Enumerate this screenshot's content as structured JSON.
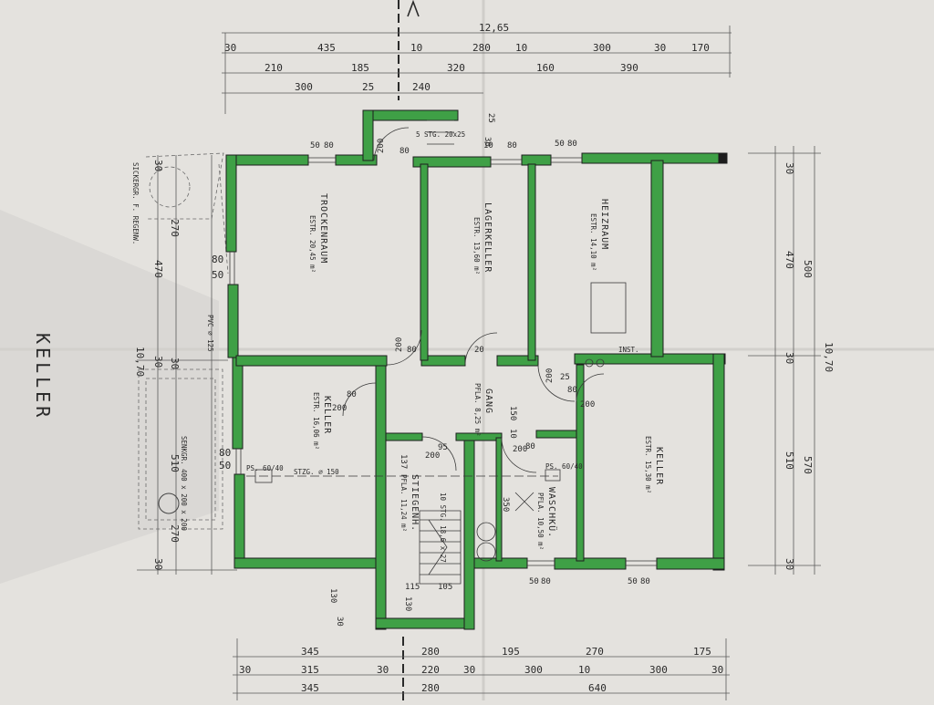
{
  "plan": {
    "title": "KELLER",
    "colors": {
      "paper": "#e4e2de",
      "wall": "#3fa046",
      "wall_edge": "#1d1d1d",
      "ink": "#2a2a2a",
      "thin": "#5a5a5a"
    },
    "rooms": {
      "trockenraum": {
        "name": "TROCKENRAUM",
        "area": "ESTR. 20,45 m²"
      },
      "lagerkeller": {
        "name": "LAGERKELLER",
        "area": "ESTR. 13,60 m²"
      },
      "heizraum": {
        "name": "HEIZRAUM",
        "area": "ESTR. 14,10 m²"
      },
      "keller_left": {
        "name": "KELLER",
        "area": "ESTR. 16,06 m²"
      },
      "gang": {
        "name": "GANG",
        "area": "PFLA. 8,25 m²"
      },
      "keller_right": {
        "name": "KELLER",
        "area": "ESTR. 15,30 m²"
      },
      "stiegenh": {
        "name": "STIEGENH.",
        "area": "PFLA. 11,24 m²"
      },
      "waschk": {
        "name": "WASCHKÜ.",
        "area": "PFLA. 10,50 m²"
      }
    },
    "notes": {
      "stairs_top": "5 STG. 20x25",
      "stairs_inner": "10 STG. 18,6 x 27",
      "pvc": "PVC ⌀ 125",
      "ps_left": "PS. 60/40",
      "ps_right": "PS. 60/40",
      "stzg": "STZG. ⌀ 150",
      "inst": "INST.",
      "sickergr": "SICKERGR. F. REGENW.",
      "senkgr": "SENKGR. 400 x 200 x 200",
      "north": "N"
    },
    "top_dims": {
      "row1": [
        "12,65"
      ],
      "row2": [
        "30",
        "435",
        "10",
        "280",
        "10",
        "300",
        "30",
        "170"
      ],
      "row3": [
        "210",
        "185",
        "320",
        "160",
        "390"
      ],
      "row4": [
        "300",
        "25",
        "240"
      ]
    },
    "bottom_dims": {
      "row1": [
        "345",
        "280",
        "195",
        "270",
        "175"
      ],
      "row2": [
        "30",
        "315",
        "30",
        "220",
        "30",
        "300",
        "10",
        "300",
        "30"
      ],
      "row3": [
        "345",
        "280",
        "640"
      ]
    },
    "right_dims": {
      "a": [
        "30",
        "470",
        "30",
        "510",
        "30"
      ],
      "b": [
        "500",
        "570"
      ],
      "c": [
        "10,70"
      ]
    },
    "left_dims": {
      "a": [
        "30",
        "270",
        "470",
        "10,70",
        "30",
        "30",
        "510",
        "270",
        "30"
      ],
      "b": [
        "80",
        "50",
        "80",
        "50"
      ]
    },
    "door_labels": {
      "d1": "50",
      "d2": "80",
      "d3": "200",
      "d4": "10",
      "d5": "80",
      "d6": "50",
      "d7": "80",
      "d8": "80",
      "d9": "200",
      "d10": "20",
      "d11": "80",
      "d12": "200",
      "d13": "25",
      "d14": "200",
      "d15": "150",
      "d16": "10",
      "d17": "80",
      "d18": "200",
      "d19": "95",
      "d20": "200",
      "d21": "137",
      "d22": "350",
      "d23": "115",
      "d24": "105",
      "d25": "130",
      "d26": "130",
      "d27": "30",
      "d28": "50",
      "d29": "80",
      "d30": "50",
      "d31": "80",
      "d32": "80",
      "d33": "200",
      "d34": "25",
      "d35": "30",
      "d36": "80"
    }
  }
}
